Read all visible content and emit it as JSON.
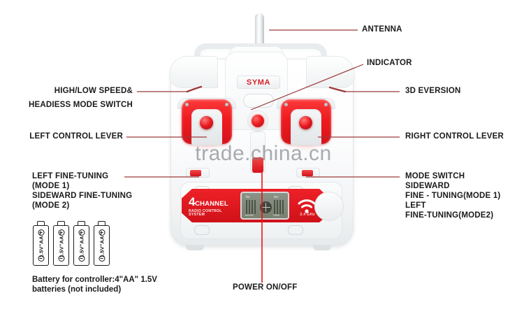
{
  "product": {
    "brand_logo": "SYMA",
    "watermark": "trade.china.cn"
  },
  "callouts": {
    "antenna": "ANTENNA",
    "indicator": "INDICATOR",
    "eversion_3d": "3D EVERSION",
    "right_control_lever": "RIGHT CONTROL LEVER",
    "high_low_speed_line1": "HIGH/LOW SPEED&",
    "high_low_speed_line2": "HEADIESS MODE SWITCH",
    "left_control_lever": "LEFT CONTROL LEVER",
    "left_fine_tuning_line1": "LEFT FINE-TUNING",
    "left_fine_tuning_line2": "(MODE 1)",
    "left_fine_tuning_line3": "SIDEWARD FINE-TUNING",
    "left_fine_tuning_line4": "(MODE 2)",
    "mode_switch_line1": "MODE SWITCH",
    "mode_switch_line2": "SIDEWARD",
    "mode_switch_line3": "FINE - TUNING(MODE 1)",
    "mode_switch_line4": "LEFT",
    "mode_switch_line5": "FINE-TUNING(MODE2)",
    "power_on_off": "POWER ON/OFF"
  },
  "battery": {
    "cell_label": "1.5V\"AA\"",
    "caption_line1": "Battery for controller:4\"AA\" 1.5V",
    "caption_line2": "batteries (not included)",
    "cell_count": 4,
    "positive_symbol": "+",
    "negative_symbol": "-"
  },
  "panel": {
    "channel_number": "4",
    "channel_word": "CHANNEL",
    "channel_sub": "RADIO CONTROL SYSTEM",
    "frequency": "2.4 GHz",
    "lcd_top_left": "TH",
    "lcd_top_right": "RU",
    "lcd_bottom_left": "MODE",
    "lcd_bottom_right": "TRIM"
  },
  "colors": {
    "leader_line": "#9e3a3a",
    "power_line": "#e8121a",
    "accent_red": "#ea1c20",
    "brand_red": "#d6232b",
    "text": "#1a1a1a",
    "body_white": "#f2f4f5"
  }
}
